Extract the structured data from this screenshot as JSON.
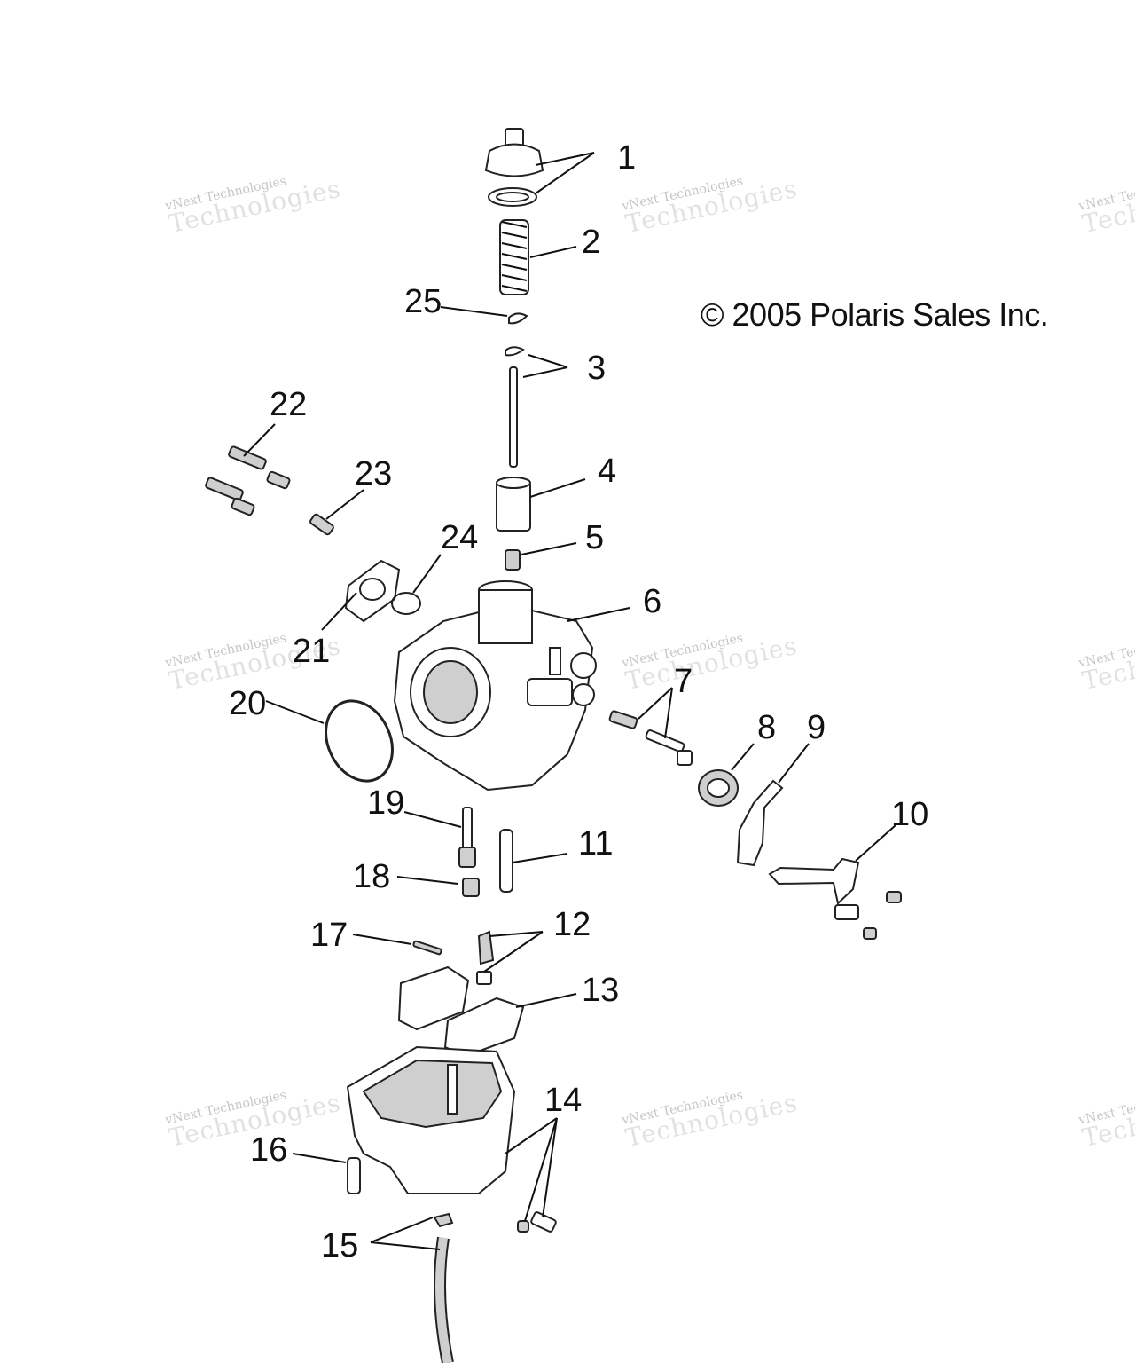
{
  "copyright": "© 2005 Polaris Sales Inc.",
  "watermark": {
    "line1": "vNext Technologies",
    "line2": "Technologies"
  },
  "callouts": [
    "1",
    "2",
    "3",
    "4",
    "5",
    "6",
    "7",
    "8",
    "9",
    "10",
    "11",
    "12",
    "13",
    "14",
    "15",
    "16",
    "17",
    "18",
    "19",
    "20",
    "21",
    "22",
    "23",
    "24",
    "25"
  ]
}
